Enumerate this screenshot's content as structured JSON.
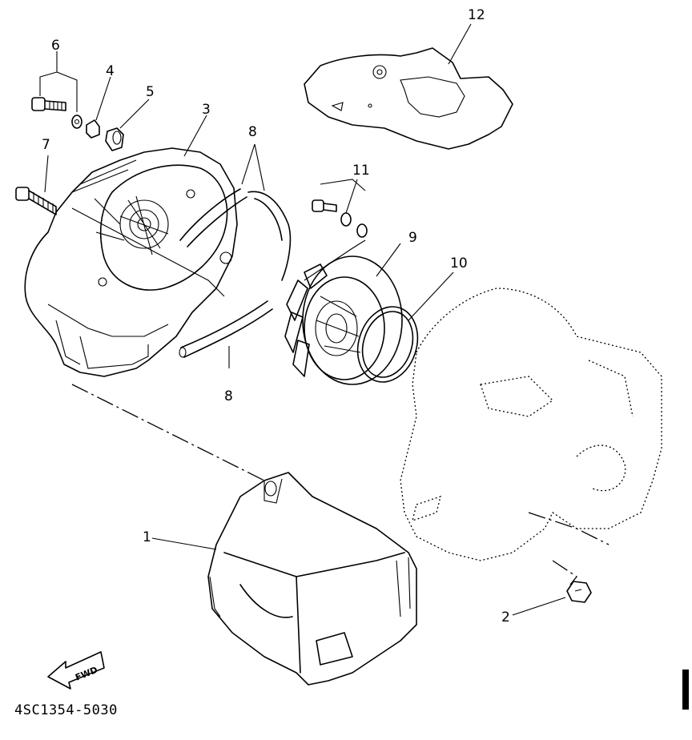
{
  "callouts": {
    "n1": "1",
    "n2": "2",
    "n3": "3",
    "n4": "4",
    "n5": "5",
    "n6": "6",
    "n7": "7",
    "n8a": "8",
    "n8b": "8",
    "n9": "9",
    "n10": "10",
    "n11": "11",
    "n12": "12"
  },
  "fwd_label": "FWD",
  "part_number": "4SC1354-5030"
}
